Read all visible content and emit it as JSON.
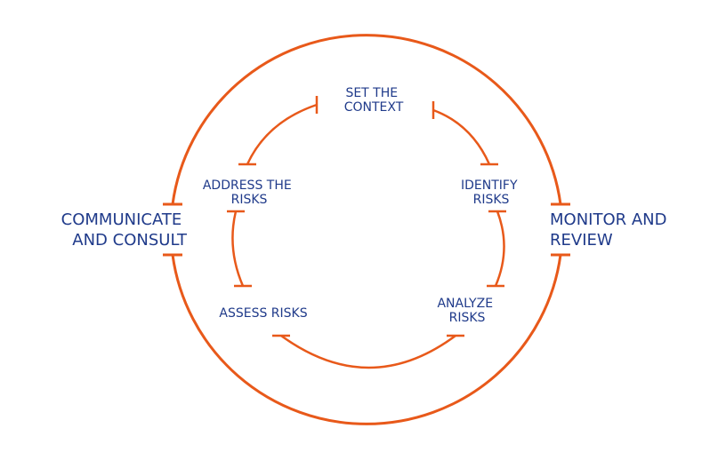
{
  "colors": {
    "accent": "#E8591A",
    "text": "#1F3A8A",
    "background": "#FFFFFF"
  },
  "inner_steps": [
    {
      "id": "set-context",
      "lines": [
        "SET THE",
        "CONTEXT"
      ]
    },
    {
      "id": "identify-risks",
      "lines": [
        "IDENTIFY",
        "RISKS"
      ]
    },
    {
      "id": "analyze-risks",
      "lines": [
        "ANALYZE",
        "RISKS"
      ]
    },
    {
      "id": "assess-risks",
      "lines": [
        "ASSESS RISKS"
      ]
    },
    {
      "id": "address-risks",
      "lines": [
        "ADDRESS THE",
        "RISKS"
      ]
    }
  ],
  "outer_labels": {
    "left": {
      "lines": [
        "COMMUNICATE",
        "AND CONSULT"
      ]
    },
    "right": {
      "lines": [
        "MONITOR AND",
        "REVIEW"
      ]
    }
  }
}
